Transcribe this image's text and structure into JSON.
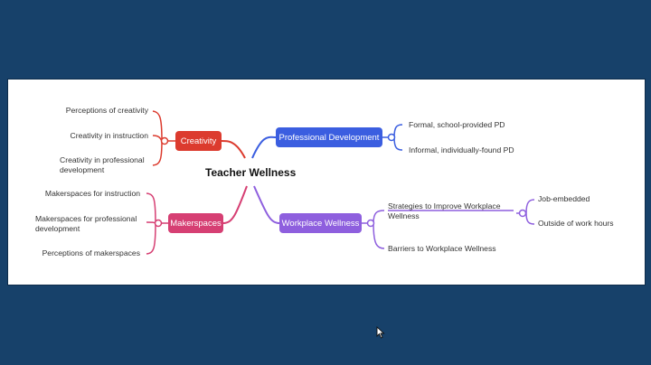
{
  "root": {
    "label": "Teacher Wellness",
    "color": "#111111"
  },
  "branches": {
    "creativity": {
      "label": "Creativity",
      "color": "#dc3b2e",
      "items": [
        "Perceptions of creativity",
        "Creativity in instruction",
        "Creativity in professional development"
      ]
    },
    "makerspaces": {
      "label": "Makerspaces",
      "color": "#d63f73",
      "items": [
        "Makerspaces for instruction",
        "Makerspaces for professional development",
        "Perceptions of makerspaces"
      ]
    },
    "professional_development": {
      "label": "Professional Development",
      "color": "#3b5ee0",
      "items": [
        "Formal, school-provided PD",
        "Informal, individually-found PD"
      ]
    },
    "workplace_wellness": {
      "label": "Workplace Wellness",
      "color": "#8e5fde",
      "items": [
        "Strategies to Improve Workplace Wellness",
        "Barriers to Workplace Wellness"
      ],
      "sub_items": [
        "Job-embedded",
        "Outside of work hours"
      ]
    }
  },
  "colors": {
    "background": "#17416a",
    "canvas": "#ffffff"
  },
  "cursor_icon": "mouse-pointer-icon"
}
